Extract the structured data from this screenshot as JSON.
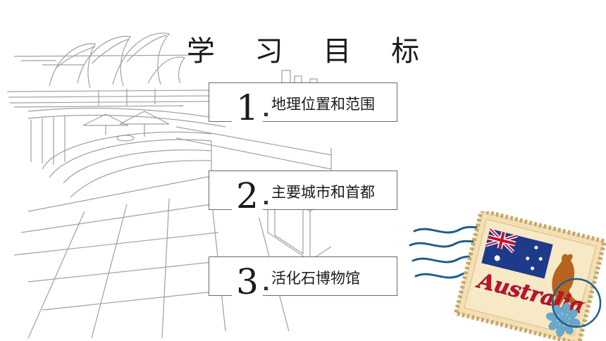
{
  "slide": {
    "title": "学 习 目 标",
    "goals": [
      {
        "number": "1",
        "label": "地理位置和范围"
      },
      {
        "number": "2",
        "label": "主要城市和首都"
      },
      {
        "number": "3",
        "label": "活化石博物馆"
      }
    ],
    "stamp": {
      "text": "Australia"
    }
  },
  "colors": {
    "text": "#1a1a1a",
    "sketch_line": "#9a9a9a",
    "stamp_paper": "#f2dfb5",
    "stamp_ink": "#1f5f8b",
    "flag_blue": "#1e3a8a",
    "flag_red": "#c8102e",
    "kangaroo": "#b5651d"
  }
}
